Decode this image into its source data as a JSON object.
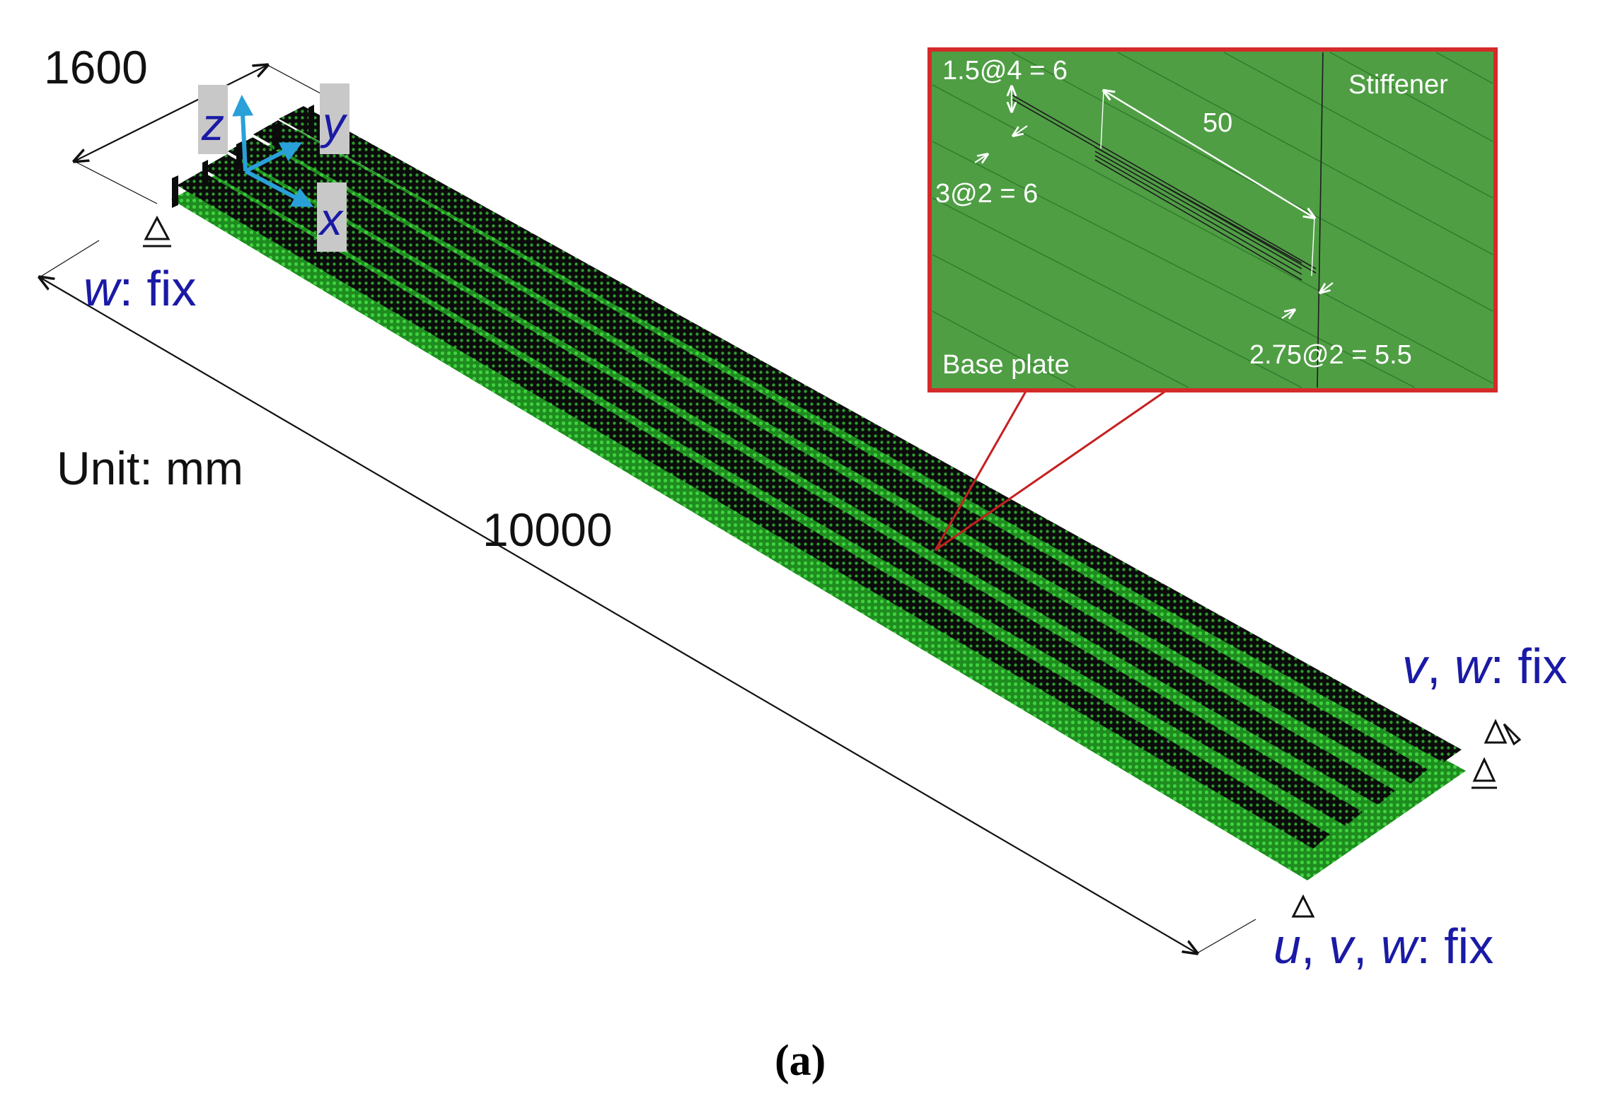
{
  "figure": {
    "unit_label": "Unit: mm",
    "width_dim": "1600",
    "length_dim": "10000",
    "caption_paren_open": "(",
    "caption_letter": "a",
    "caption_paren_close": ")"
  },
  "axes": {
    "z": "z",
    "y": "y",
    "x": "x",
    "color": "#2aa0d8"
  },
  "boundary_conditions": {
    "left": {
      "vars": "w",
      "rest": ": fix"
    },
    "right_top": {
      "vars1": "v",
      "sep": ", ",
      "vars2": "w",
      "rest": ": fix"
    },
    "right_bottom": {
      "vars1": "u",
      "sep1": ", ",
      "vars2": "v",
      "sep2": ", ",
      "vars3": "w",
      "rest": ": fix"
    },
    "label_color": "#1a1aa6"
  },
  "inset": {
    "stiffener": "Stiffener",
    "base_plate": "Base plate",
    "dim_50": "50",
    "dim_top": "1.5@4 = 6",
    "dim_mid": "3@2 = 6",
    "dim_bottom": "2.75@2 = 5.5",
    "background": "#4f9e44",
    "border": "#d42a2a"
  },
  "mesh": {
    "plate_color": "#1f8a1f",
    "stiffener_color": "#0a0a0a",
    "stiffener_count": 5
  }
}
